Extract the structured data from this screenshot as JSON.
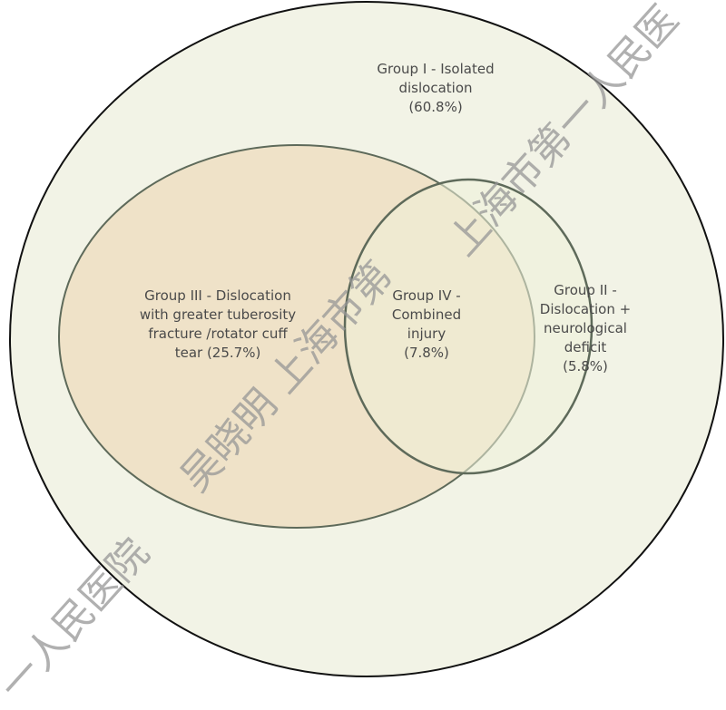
{
  "groups": {
    "group1": {
      "name": "Group I - Isolated",
      "name2": "dislocation",
      "pct": "(60.8%)"
    },
    "group2": {
      "name": "Group II -",
      "name2": "Dislocation +",
      "name3": "neurological",
      "name4": "deficit",
      "pct": "(5.8%)"
    },
    "group3": {
      "name": "Group III - Dislocation",
      "name2": "with greater tuberosity",
      "name3": "fracture /rotator cuff",
      "name4": "tear (25.7%)"
    },
    "group4": {
      "name": "Group IV -",
      "name2": "Combined",
      "name3": "injury",
      "pct": "(7.8%)"
    }
  },
  "watermark": {
    "line1": "上海市第一人民医",
    "line2": "吴晓明  上海市第",
    "line3": "一人民医院"
  },
  "colors": {
    "outer": "#f2f3e6",
    "group3": "#eee0c4",
    "group2": "#eef1da",
    "stroke": "#5e6a5a"
  }
}
